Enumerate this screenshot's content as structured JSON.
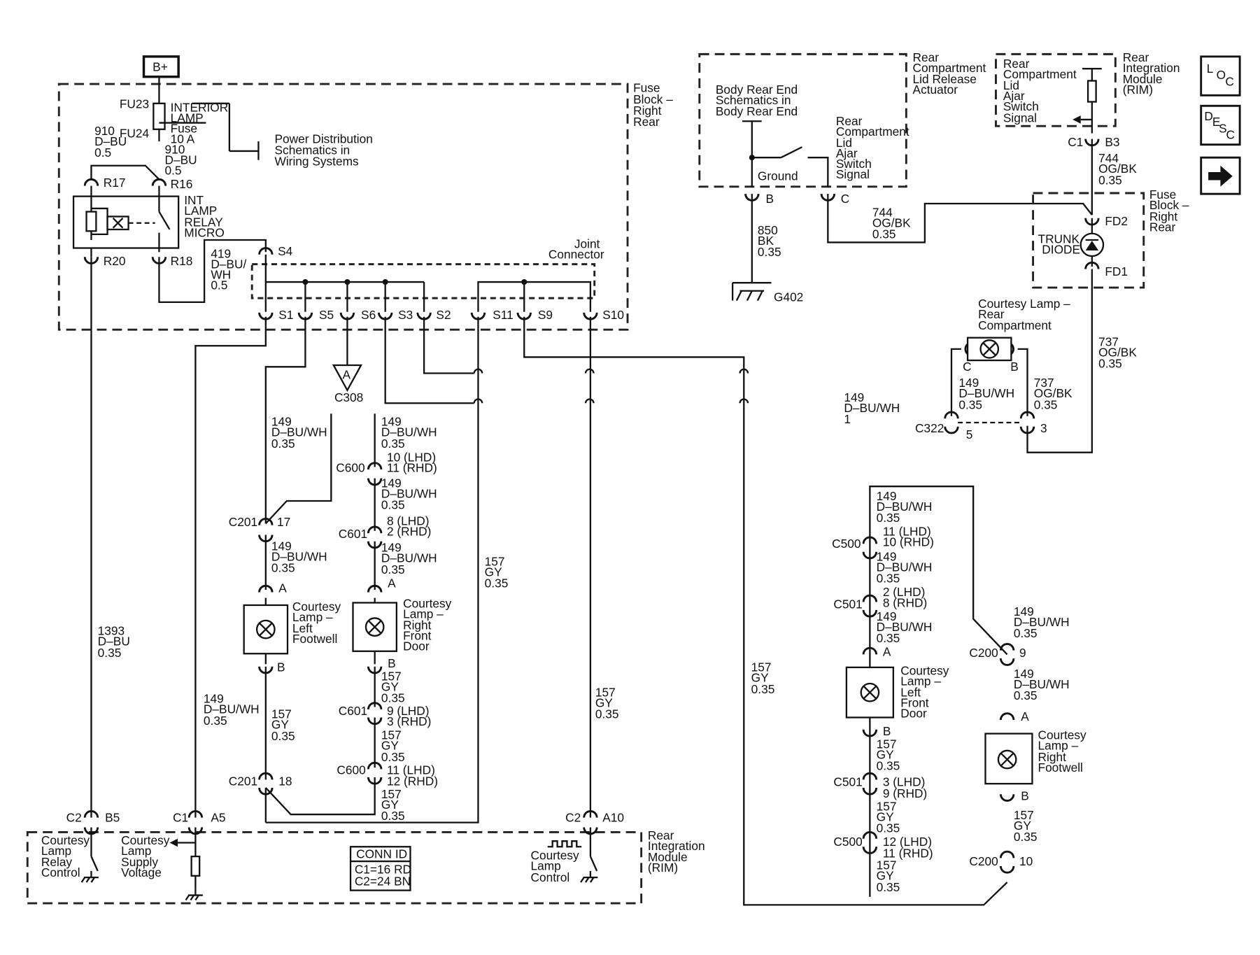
{
  "nav": {
    "loc": [
      "L",
      "O",
      "C"
    ],
    "desc": [
      "D",
      "E",
      "S",
      "C"
    ]
  },
  "fuse_block": {
    "title": [
      "Fuse",
      "Block –",
      "Right",
      "Rear"
    ],
    "bplus": "B+",
    "fu23": "FU23",
    "fu24": "FU24",
    "fuse": [
      "INTERIOR",
      "LAMP",
      "Fuse",
      "10 A"
    ],
    "w910a": [
      "910",
      "D–BU",
      "0.5"
    ],
    "w910b": [
      "910",
      "D–BU",
      "0.5"
    ],
    "power": [
      "Power Distribution",
      "Schematics in",
      "Wiring Systems"
    ],
    "relay": [
      "INT",
      "LAMP",
      "RELAY",
      "MICRO"
    ],
    "r17": "R17",
    "r16": "R16",
    "r20": "R20",
    "r18": "R18",
    "w419": [
      "419",
      "D–BU/",
      "WH",
      "0.5"
    ],
    "joint": [
      "Joint",
      "Connector"
    ],
    "s4": "S4",
    "pins": [
      "S1",
      "S5",
      "S6",
      "S3",
      "S2",
      "S11",
      "S9",
      "S10"
    ]
  },
  "actuator": {
    "title": [
      "Rear",
      "Compartment",
      "Lid Release",
      "Actuator"
    ],
    "body": [
      "Body Rear End",
      "Schematics in",
      "Body Rear End"
    ],
    "ground": "Ground",
    "sig": [
      "Rear",
      "Compartment",
      "Lid",
      "Ajar",
      "Switch",
      "Signal"
    ],
    "b": "B",
    "c": "C",
    "w850": [
      "850",
      "BK",
      "0.35"
    ],
    "g402": "G402",
    "w744": [
      "744",
      "OG/BK",
      "0.35"
    ]
  },
  "rim_top": {
    "title": [
      "Rear",
      "Integration",
      "Module",
      "(RIM)"
    ],
    "sig": [
      "Rear",
      "Compartment",
      "Lid",
      "Ajar",
      "Switch",
      "Signal"
    ],
    "c1": "C1",
    "b3": "B3",
    "w744": [
      "744",
      "OG/BK",
      "0.35"
    ]
  },
  "fuse_block2": {
    "title": [
      "Fuse",
      "Block –",
      "Right",
      "Rear"
    ],
    "diode": [
      "TRUNK",
      "DIODE"
    ],
    "fd2": "FD2",
    "fd1": "FD1",
    "w737": [
      "737",
      "OG/BK",
      "0.35"
    ]
  },
  "rear_lamp": {
    "title": [
      "Courtesy Lamp –",
      "Rear",
      "Compartment"
    ],
    "c": "C",
    "b": "B",
    "w149": [
      "149",
      "D–BU/WH",
      "0.35"
    ],
    "w737": [
      "737",
      "OG/BK",
      "0.35"
    ],
    "c322": "C322",
    "p5": "5",
    "p3": "3",
    "w149b": [
      "149",
      "D–BU/WH",
      "1"
    ]
  },
  "left_column": {
    "c308": "C308",
    "a": "A",
    "w149a": [
      "149",
      "D–BU/WH",
      "0.35"
    ],
    "c201": "C201",
    "p17": "17",
    "w149b": [
      "149",
      "D–BU/WH",
      "0.35"
    ],
    "pinA": "A",
    "pinB": "B",
    "lamp": [
      "Courtesy",
      "Lamp –",
      "Left",
      "Footwell"
    ],
    "w157": [
      "157",
      "GY",
      "0.35"
    ],
    "c201b": "C201",
    "p18": "18",
    "w1393": [
      "1393",
      "D–BU",
      "0.35"
    ],
    "w149c": [
      "149",
      "D–BU/WH",
      "0.35"
    ]
  },
  "right_front_column": {
    "w149a": [
      "149",
      "D–BU/WH",
      "0.35"
    ],
    "c600": "C600",
    "p600": [
      "10 (LHD)",
      "11 (RHD)"
    ],
    "w149b": [
      "149",
      "D–BU/WH",
      "0.35"
    ],
    "c601": "C601",
    "p601": [
      "8 (LHD)",
      "2 (RHD)"
    ],
    "w149c": [
      "149",
      "D–BU/WH",
      "0.35"
    ],
    "pinA": "A",
    "pinB": "B",
    "lamp": [
      "Courtesy",
      "Lamp –",
      "Right",
      "Front",
      "Door"
    ],
    "w157a": [
      "157",
      "GY",
      "0.35"
    ],
    "c601b": "C601",
    "p601b": [
      "9 (LHD)",
      "3 (RHD)"
    ],
    "w157b": [
      "157",
      "GY",
      "0.35"
    ],
    "c600b": "C600",
    "p600b": [
      "11 (LHD)",
      "12 (RHD)"
    ],
    "w157c": [
      "157",
      "GY",
      "0.35"
    ],
    "w157d": [
      "157",
      "GY",
      "0.35"
    ],
    "w157e": [
      "157",
      "GY",
      "0.35"
    ]
  },
  "left_front_column": {
    "w149a": [
      "149",
      "D–BU/WH",
      "0.35"
    ],
    "c500": "C500",
    "p500": [
      "11 (LHD)",
      "10 (RHD)"
    ],
    "w149b": [
      "149",
      "D–BU/WH",
      "0.35"
    ],
    "c501": "C501",
    "p501": [
      "2 (LHD)",
      "8 (RHD)"
    ],
    "w149c": [
      "149",
      "D–BU/WH",
      "0.35"
    ],
    "pinA": "A",
    "pinB": "B",
    "lamp": [
      "Courtesy",
      "Lamp –",
      "Left",
      "Front",
      "Door"
    ],
    "w157a": [
      "157",
      "GY",
      "0.35"
    ],
    "c501b": "C501",
    "p501b": [
      "3 (LHD)",
      "9 (RHD)"
    ],
    "w157b": [
      "157",
      "GY",
      "0.35"
    ],
    "c500b": "C500",
    "p500b": [
      "12 (LHD)",
      "11 (RHD)"
    ],
    "w157c": [
      "157",
      "GY",
      "0.35"
    ],
    "w157d": [
      "157",
      "GY",
      "0.35"
    ]
  },
  "right_footwell": {
    "w149a": [
      "149",
      "D–BU/WH",
      "0.35"
    ],
    "c200": "C200",
    "p9": "9",
    "w149b": [
      "149",
      "D–BU/WH",
      "0.35"
    ],
    "pinA": "A",
    "pinB": "B",
    "lamp": [
      "Courtesy",
      "Lamp –",
      "Right",
      "Footwell"
    ],
    "w157": [
      "157",
      "GY",
      "0.35"
    ],
    "c200b": "C200",
    "p10": "10"
  },
  "rim_bottom": {
    "title": [
      "Rear",
      "Integration",
      "Module",
      "(RIM)"
    ],
    "c2": "C2",
    "b5": "B5",
    "c1": "C1",
    "a5": "A5",
    "c2b": "C2",
    "a10": "A10",
    "relay": [
      "Courtesy",
      "Lamp",
      "Relay",
      "Control"
    ],
    "supply": [
      "Courtesy",
      "Lamp",
      "Supply",
      "Voltage"
    ],
    "lampctl": [
      "Courtesy",
      "Lamp",
      "Control"
    ],
    "conn": [
      "CONN ID",
      "C1=16 RD",
      "C2=24 BN"
    ]
  }
}
